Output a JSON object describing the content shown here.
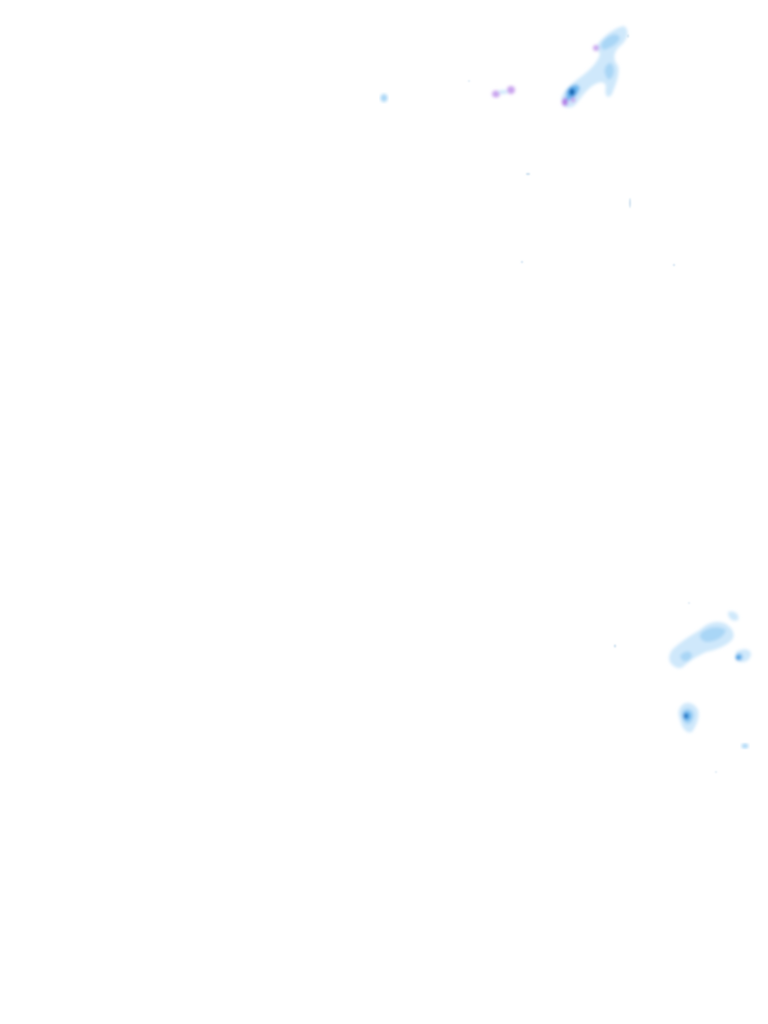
{
  "radar_overlay": {
    "background": "#ffffff",
    "palette": {
      "light": "#cfe8fb",
      "light_mid": "#a9d6f6",
      "moderate": "#6fbaf0",
      "strong": "#1f86d6",
      "heavy": "#0a4e9a",
      "mixed": "#c9a3ee",
      "mixed_strong": "#b27ae6",
      "speck": "#c6dced"
    },
    "echo_levels": [
      "light",
      "light_mid",
      "moderate",
      "strong",
      "heavy",
      "mixed",
      "mixed_strong",
      "speck"
    ]
  }
}
